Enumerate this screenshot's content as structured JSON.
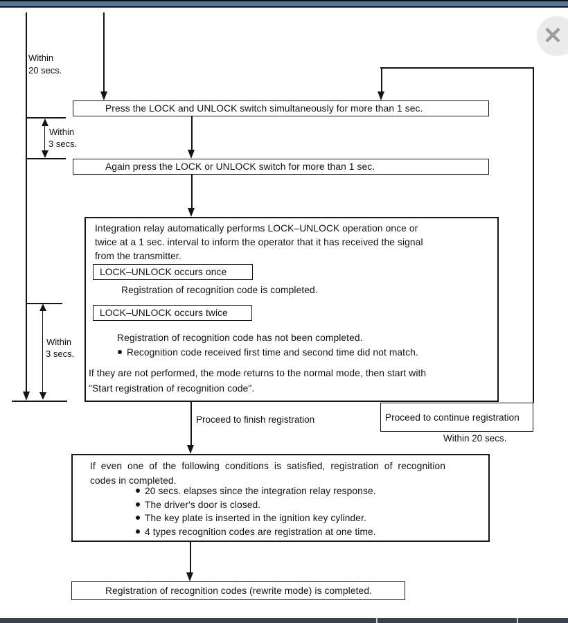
{
  "icons": {
    "close": "✕",
    "bullet": "●"
  },
  "colors": {
    "top_bar": "#54749e",
    "bottom_bar": "#3a424e",
    "line": "#151515"
  },
  "timing_labels": {
    "within_20_secs_top": [
      "Within",
      "20 secs."
    ],
    "within_3_secs_upper": [
      "Within",
      "3 secs."
    ],
    "within_3_secs_lower": [
      "Within",
      "3 secs."
    ],
    "within_20_secs_right": "Within 20 secs."
  },
  "edge_labels": {
    "proceed_finish": "Proceed to finish registration",
    "proceed_continue": "Proceed to continue registration"
  },
  "boxes": {
    "press_both": "Press the LOCK and UNLOCK switch simultaneously for more than 1 sec.",
    "press_again": "Again press the LOCK or UNLOCK switch for more than 1 sec.",
    "integration": {
      "intro_lines": [
        "Integration relay automatically performs LOCK–UNLOCK operation once or",
        "twice at a 1 sec. interval to inform the operator that it has received the signal",
        "from the transmitter."
      ],
      "occurs_once": "LOCK–UNLOCK occurs once",
      "once_result": "Registration of recognition code is completed.",
      "occurs_twice": "LOCK–UNLOCK occurs twice",
      "twice_result": "Registration of recognition code has not been completed.",
      "twice_detail": "Recognition code received first time and second time did not match.",
      "note_lines": [
        "If they are not performed, the mode returns to the normal mode, then start with",
        "\"Start registration of recognition code\"."
      ]
    },
    "conditions": {
      "intro_lines": [
        "If even one of the following conditions is satisfied, registration of recognition",
        "codes in completed."
      ],
      "bullets": [
        "20 secs. elapses since the integration relay response.",
        "The driver's door is closed.",
        "The key plate is inserted in the ignition key cylinder.",
        "4 types recognition codes are registration at one time."
      ]
    },
    "completed": "Registration of recognition codes (rewrite mode) is completed."
  }
}
